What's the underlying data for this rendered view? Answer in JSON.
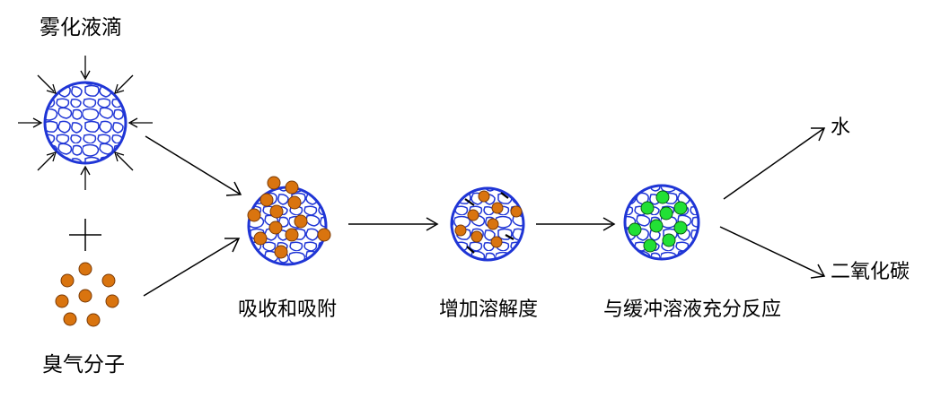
{
  "labels": {
    "droplet": "雾化液滴",
    "plus": "+",
    "ozone": "臭气分子",
    "step1": "吸收和吸附",
    "step2": "增加溶解度",
    "step3": "与缓冲溶液充分反应",
    "product_water": "水",
    "product_co2": "二氧化碳"
  },
  "colors": {
    "mesh": "#1f35d6",
    "ozone_fill": "#d9740f",
    "ozone_stroke": "#7a3a05",
    "reacted_fill": "#22e035",
    "reacted_stroke": "#0a5a12",
    "line": "#000000"
  }
}
